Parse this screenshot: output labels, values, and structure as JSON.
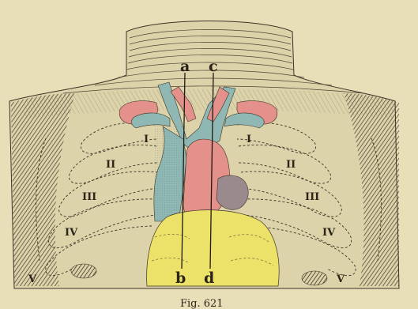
{
  "figure": {
    "caption": "Fig. 621",
    "line_labels": {
      "a": "a",
      "b": "b",
      "c": "c",
      "d": "d"
    },
    "rib_labels": {
      "left": [
        "I",
        "II",
        "III",
        "IV",
        "V"
      ],
      "right": [
        "I",
        "II",
        "III",
        "IV",
        "V"
      ]
    },
    "colors": {
      "paper": "#e8dfb9",
      "veins_blue": "#8fb8b4",
      "arteries_red": "#e3918a",
      "heart_yellow": "#ece26a",
      "atrium_gray": "#9a8a8e",
      "ink": "#2b2418"
    }
  }
}
